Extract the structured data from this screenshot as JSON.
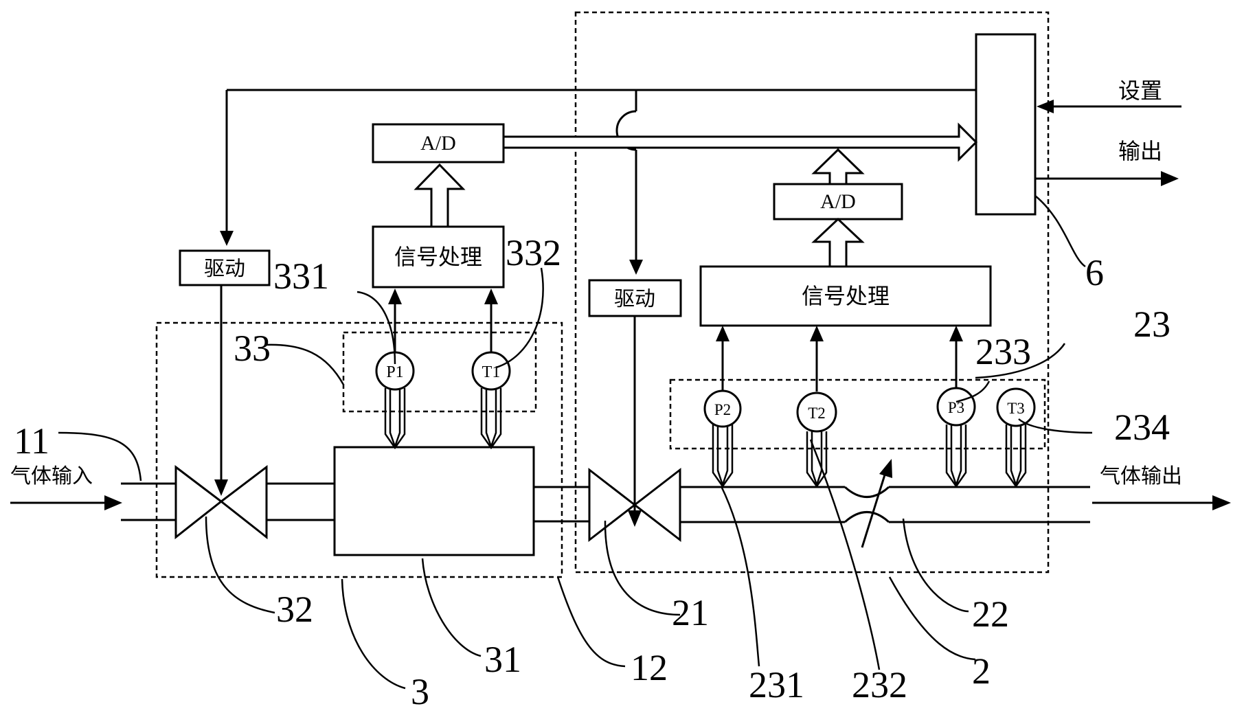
{
  "blocks": {
    "ad_left": "A/D",
    "ad_right": "A/D",
    "sig_left": "信号处理",
    "sig_right": "信号处理",
    "drive_left": "驱动",
    "drive_right": "驱动"
  },
  "sensors": {
    "p1": "P1",
    "t1": "T1",
    "p2": "P2",
    "t2": "T2",
    "p3": "P3",
    "t3": "T3"
  },
  "io": {
    "setting": "设置",
    "output": "输出",
    "gas_in": "气体输入",
    "gas_out": "气体输出"
  },
  "refs": {
    "r11": "11",
    "r12": "12",
    "r2": "2",
    "r21": "21",
    "r22": "22",
    "r23": "23",
    "r231": "231",
    "r232": "232",
    "r233": "233",
    "r234": "234",
    "r3": "3",
    "r31": "31",
    "r32": "32",
    "r33": "33",
    "r331": "331",
    "r332": "332",
    "r6": "6"
  }
}
